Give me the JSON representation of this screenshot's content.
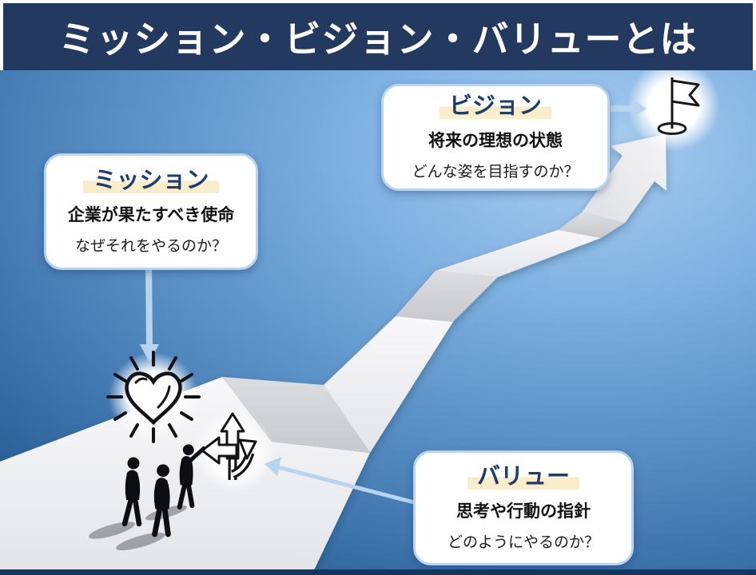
{
  "header": {
    "title": "ミッション・ビジョン・バリューとは"
  },
  "cards": [
    {
      "key": "mission",
      "label": "ミッション",
      "definition": "企業が果たすべき使命",
      "question": "なぜそれをやるのか？"
    },
    {
      "key": "vision",
      "label": "ビジョン",
      "definition": "将来の理想の状態",
      "question": "どんな姿を目指すのか？"
    },
    {
      "key": "value",
      "label": "バリュー",
      "definition": "思考や行動の指針",
      "question": "どのようにやるのか？"
    }
  ],
  "icons": [
    {
      "name": "shining-heart-icon"
    },
    {
      "name": "branching-arrows-icon"
    },
    {
      "name": "goal-flag-icon"
    },
    {
      "name": "walking-people-silhouette"
    }
  ],
  "colors": {
    "header_bg": "#24395f",
    "card_border": "#b9d4ee",
    "card_title_text": "#1e3d6f",
    "title_highlight": "#f9edcb",
    "connector_arrow": "#b9d4ee",
    "sky_light": "#a9cdf0",
    "sky_dark": "#1d4b72",
    "footer_strip": "#16355c"
  }
}
